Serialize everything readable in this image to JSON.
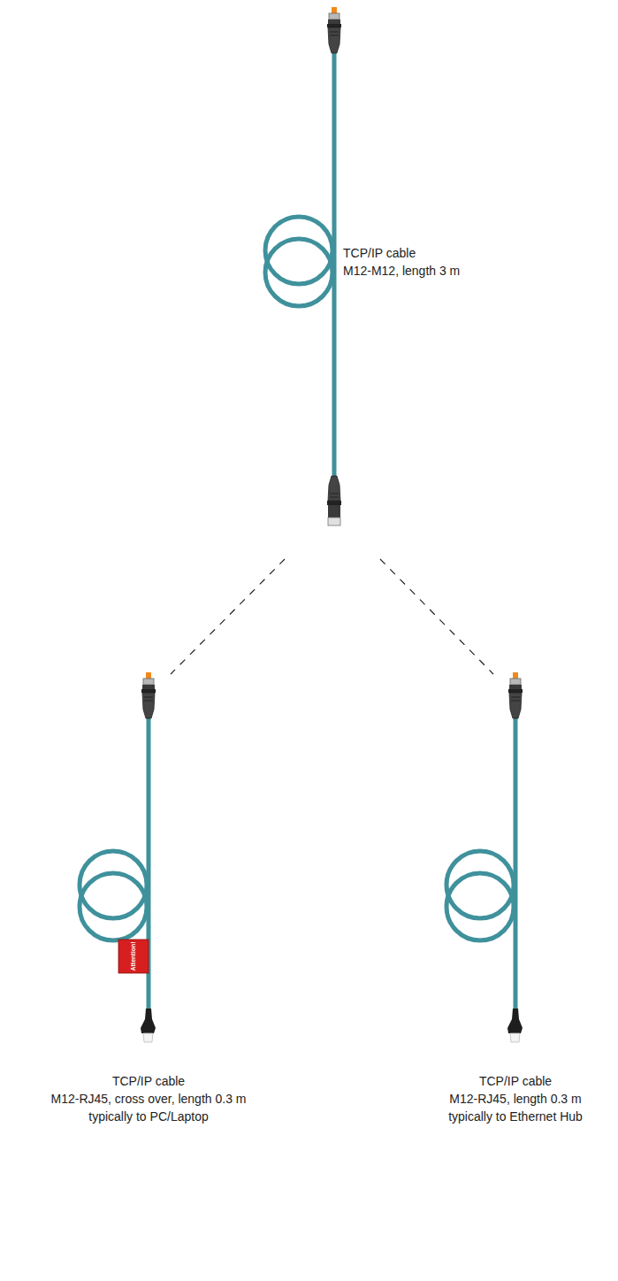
{
  "diagram": {
    "labels": [
      "TCP/IP cable",
      "M12-M12, length 3 m",
      "TCP/IP cable",
      "M12-RJ45, cross over, length 0.3 m",
      "typically to PC/Laptop",
      "TCP/IP cable",
      "M12-RJ45, length 0.3 m",
      "typically to Ethernet Hub",
      "Attention!"
    ]
  }
}
